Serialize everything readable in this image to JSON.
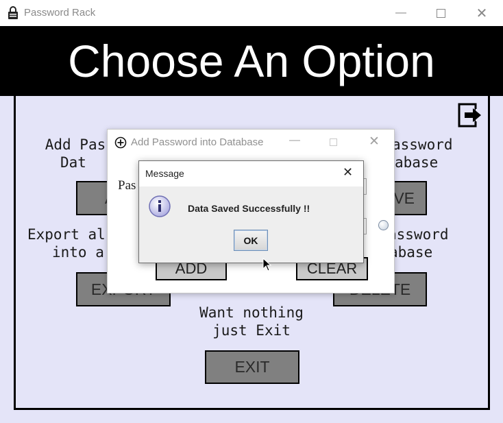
{
  "window": {
    "title": "Password Rack"
  },
  "header": {
    "title": "Choose An Option"
  },
  "options": {
    "add_text": [
      "Add Pas",
      "Dat"
    ],
    "retrieve_text": [
      "assword",
      "abase"
    ],
    "add_button": "A",
    "retrieve_button": "VE",
    "export_text": [
      "Export al",
      "into a"
    ],
    "delete_text": [
      "assword",
      "abase"
    ],
    "export_button": "EXPORT",
    "delete_button": "DELETE",
    "exit_text": [
      "Want nothing",
      "just Exit"
    ],
    "exit_button": "EXIT"
  },
  "dialog": {
    "title": "Add Password into Database",
    "label_partial": "Pas",
    "add_button": "ADD",
    "clear_button": "CLEAR"
  },
  "message": {
    "title": "Message",
    "text": "Data Saved Successfully !!",
    "ok_button": "OK"
  },
  "icons": {
    "app": "lock-icon",
    "exit": "exit-icon",
    "dialog": "plus-circle-icon",
    "message": "info-icon"
  }
}
